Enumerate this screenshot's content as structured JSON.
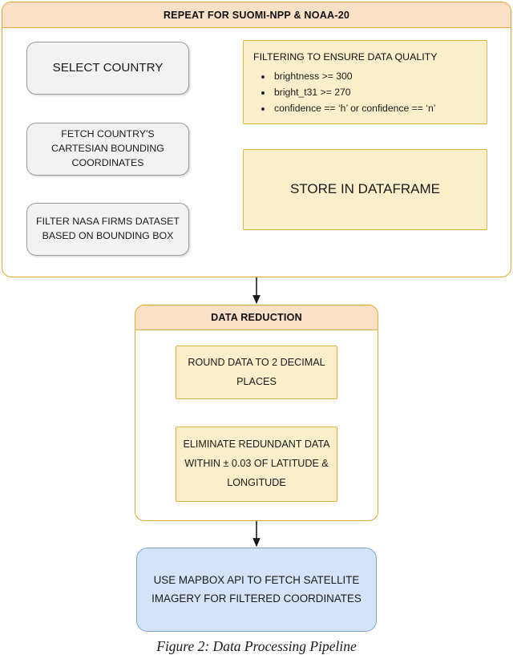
{
  "figure": {
    "caption": "Figure 2: Data Processing Pipeline"
  },
  "colors": {
    "group_border": "#E0A82E",
    "group_header_bg": "#FBE0C8",
    "cream_box_bg": "#FBEFCB",
    "cream_box_border": "#E2B24A",
    "gray_box_bg": "#F2F2F2",
    "gray_box_border": "#9A9A9A",
    "blue_box_bg": "#D4E3F7",
    "blue_box_border": "#7FA6D9",
    "connector": "#1A1A1A",
    "page_bg": "#FFFFFF"
  },
  "groups": {
    "repeat": {
      "header": "REPEAT FOR SUOMI-NPP & NOAA-20"
    },
    "reduction": {
      "header": "DATA REDUCTION"
    }
  },
  "nodes": {
    "select_country": "SELECT COUNTRY",
    "fetch_bounding": "FETCH COUNTRY'S CARTESIAN BOUNDING COORDINATES",
    "filter_dataset": "FILTER NASA FIRMS DATASET BASED ON BOUNDING BOX",
    "filtering_title": "FILTERING TO ENSURE DATA QUALITY",
    "filtering_rules": [
      "brightness >= 300",
      "bright_t31 >= 270",
      "confidence == ‘h’ or confidence == ‘n’"
    ],
    "store_dataframe": "STORE IN DATAFRAME",
    "round_data": "ROUND DATA TO 2 DECIMAL PLACES",
    "eliminate_redundant": "ELIMINATE REDUNDANT DATA WITHIN ± 0.03 OF LATITUDE & LONGITUDE",
    "mapbox": "USE MAPBOX API TO FETCH SATELLITE IMAGERY FOR FILTERED COORDINATES"
  }
}
